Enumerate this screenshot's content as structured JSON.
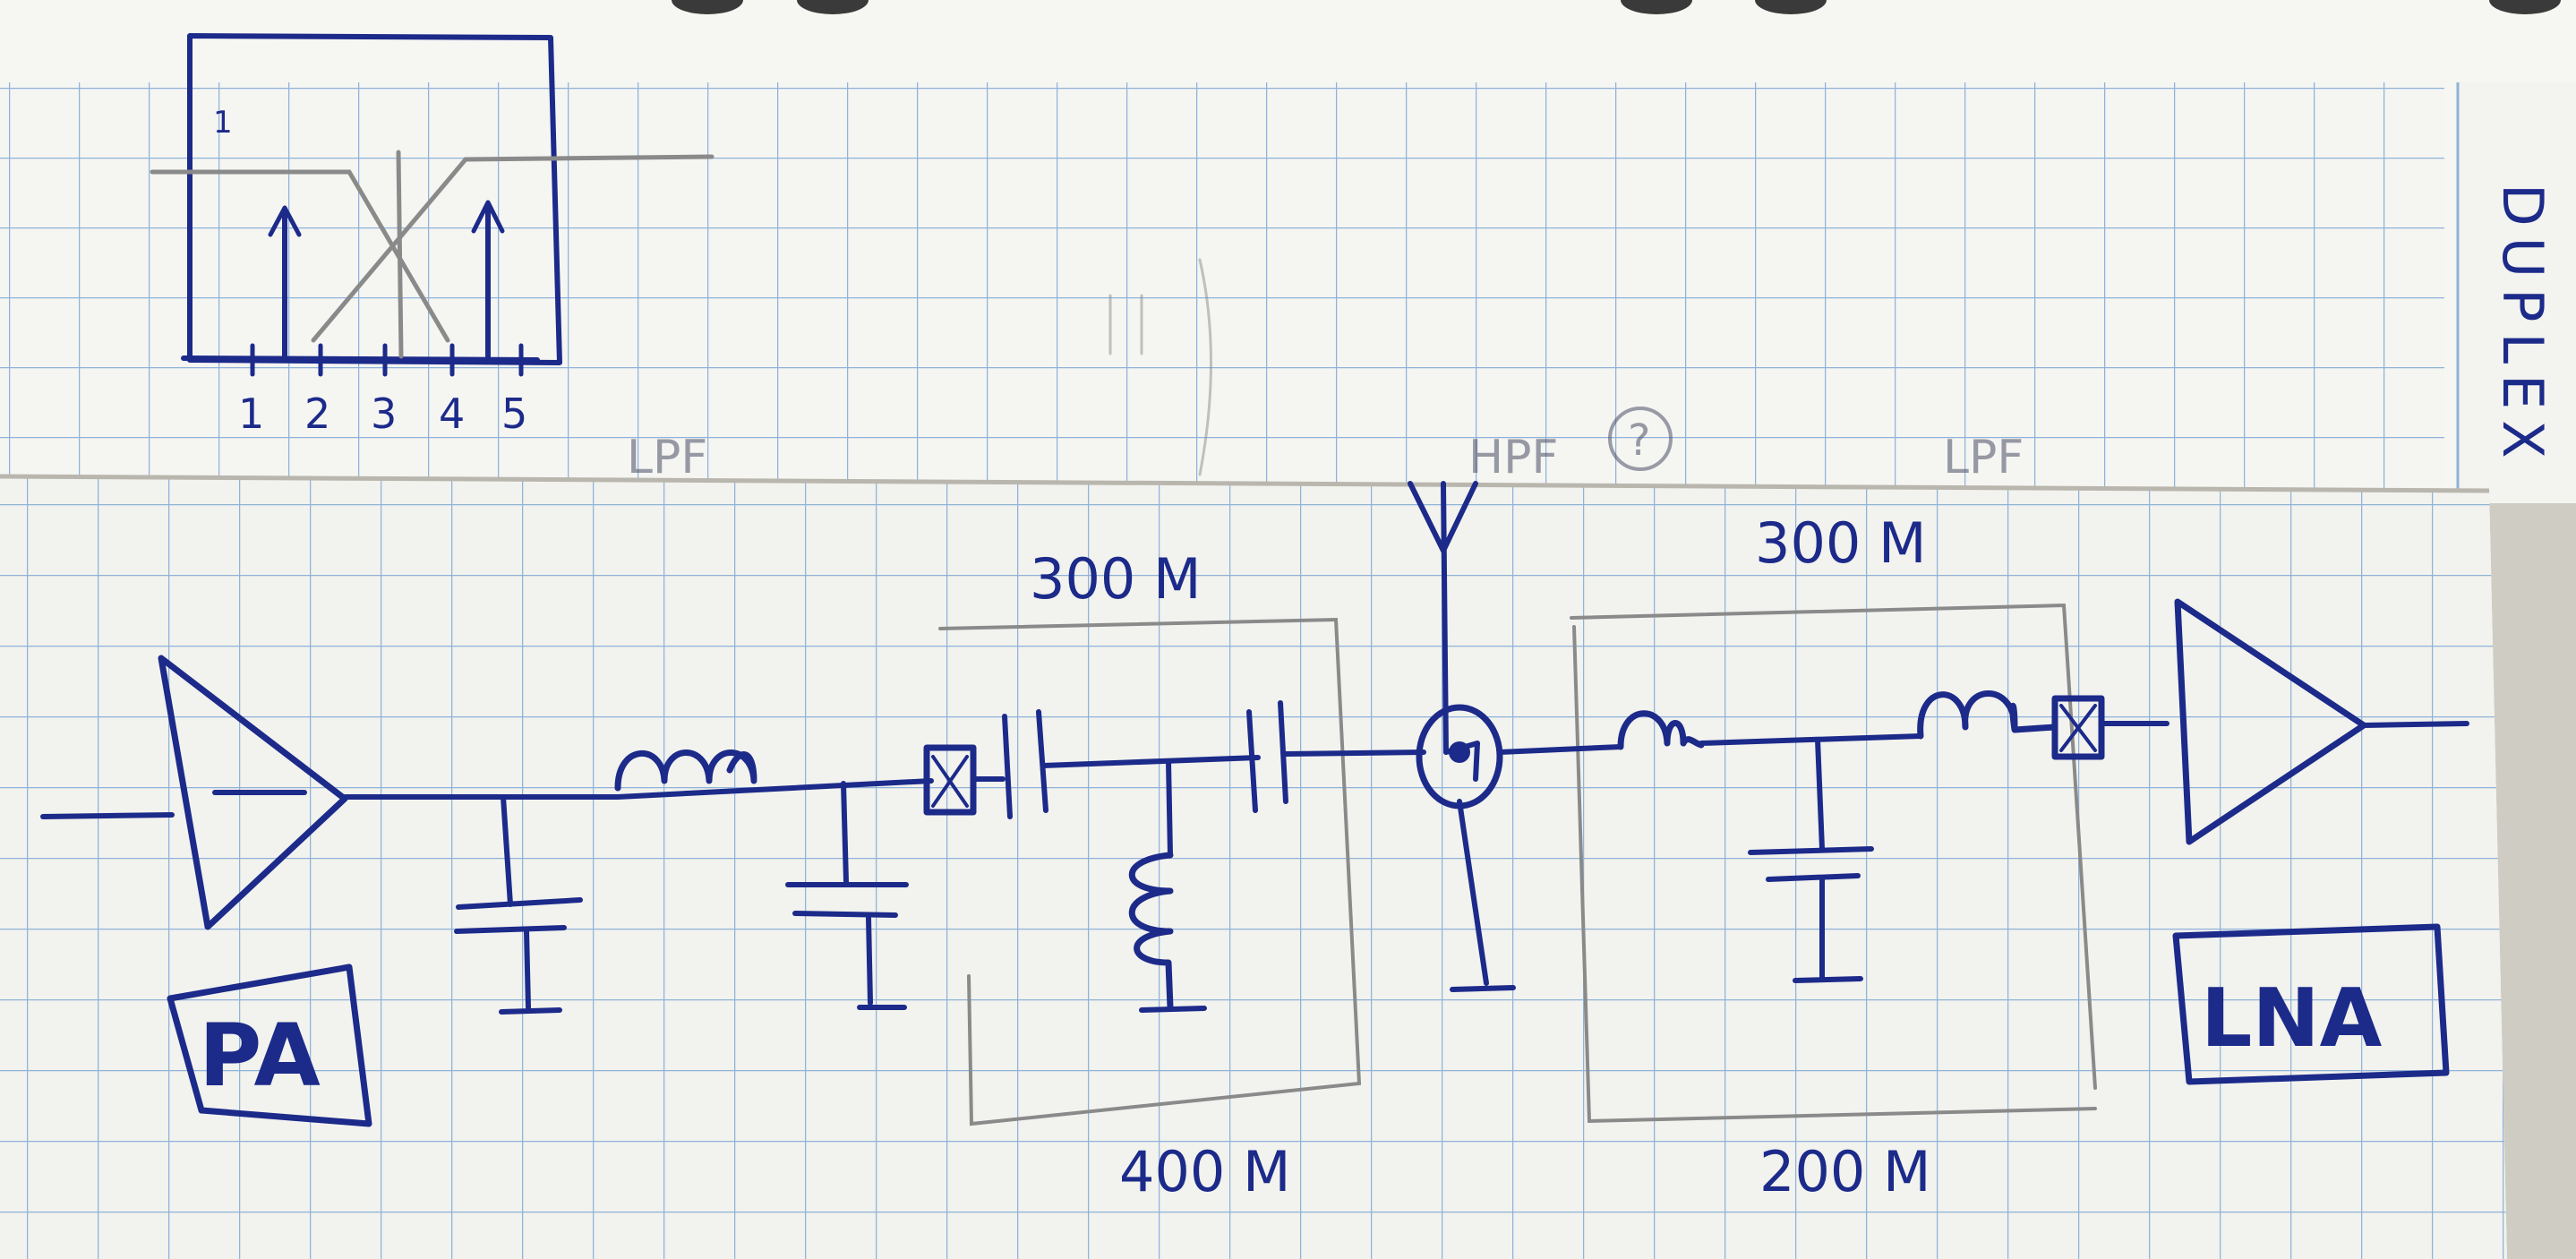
{
  "top_sheet": {
    "plot_marker": "1",
    "axis_ticks": [
      "1",
      "2",
      "3",
      "4",
      "5"
    ],
    "side_label": "DUPLEX",
    "faint_labels": [
      "LPF",
      "HPF",
      "?",
      "LPF"
    ]
  },
  "bottom_sheet": {
    "pa_label": "PA",
    "lna_label": "LNA",
    "left_filter_top_label": "300 M",
    "left_filter_bottom_label": "400 M",
    "right_filter_top_label": "300 M",
    "right_filter_bottom_label": "200 M"
  },
  "colors": {
    "ink": "#1c2a8a",
    "grid": "#8fb3d9",
    "paper": "#f4f4f1",
    "pencil": "#8a8a8a"
  }
}
